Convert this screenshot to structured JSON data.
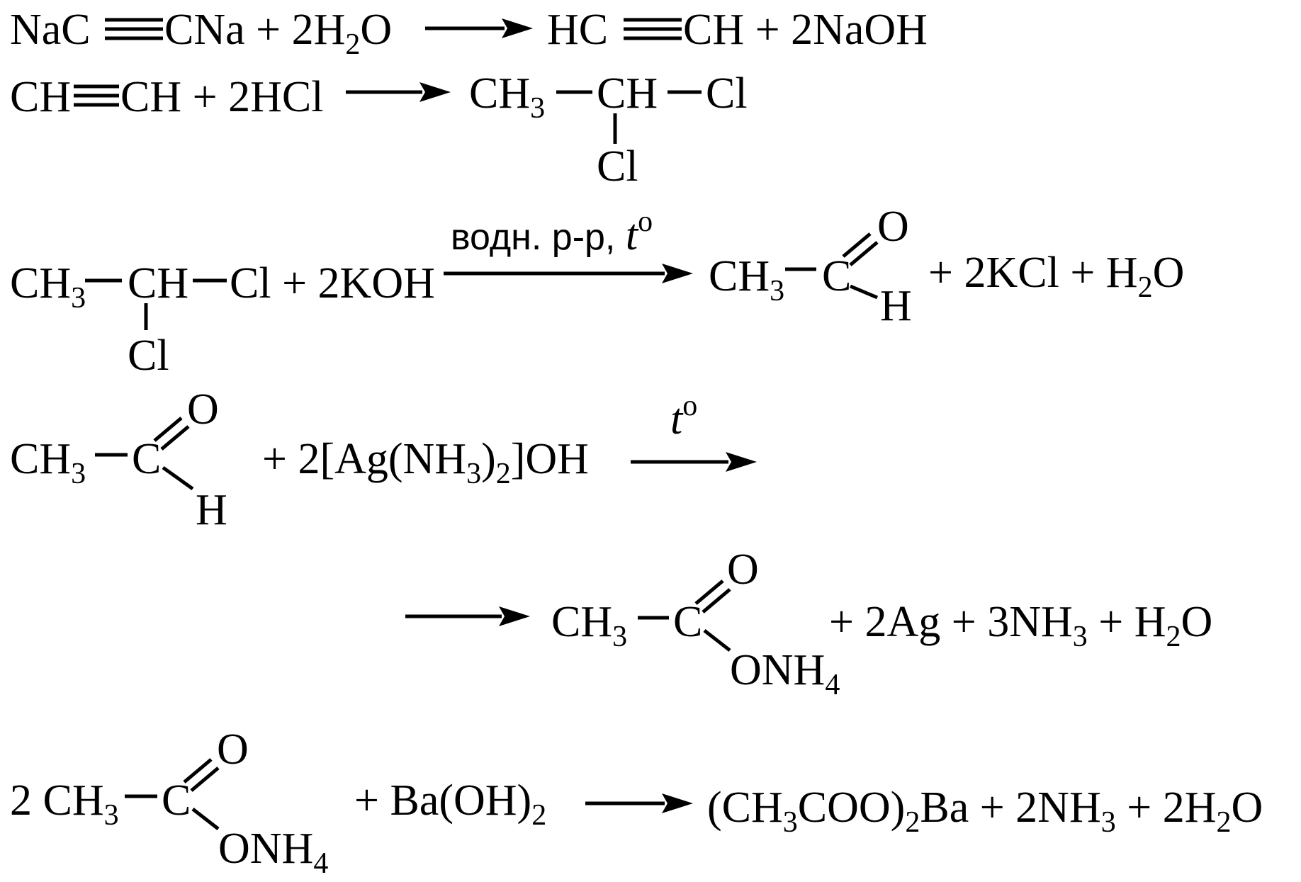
{
  "reactions": {
    "r1": {
      "na_c": "NaC",
      "c_na": "CNa",
      "plus_h2o": " + 2H",
      "h2o_sub": "2",
      "h2o_o": "O",
      "hc": "HC",
      "ch": "CH",
      "plus_naoh": " + 2NaOH"
    },
    "r2": {
      "ch_a": "CH",
      "ch_b": "CH",
      "plus_hcl": " + 2HCl",
      "p_ch": "CH",
      "p_sub3": "3",
      "p_ch2": "CH",
      "p_cl": "Cl",
      "p_cl_down": "Cl"
    },
    "r3": {
      "ch": "CH",
      "sub3": "3",
      "ch2": "CH",
      "cl": "Cl",
      "cl_down": "Cl",
      "plus_koh": " + 2KOH",
      "cond_text": "водн. р-р, ",
      "cond_t": "t",
      "cond_o": "o",
      "p_ch": "CH",
      "p_sub3": "3",
      "p_c": "C",
      "p_o": "O",
      "p_h": "H",
      "plus_kcl": " + 2KCl + H",
      "h2o_sub": "2",
      "h2o_o": "O"
    },
    "r4": {
      "ch": "CH",
      "sub3": "3",
      "c": "C",
      "o": "O",
      "h": "H",
      "plus_reagent": " + 2[Ag(NH",
      "sub3b": "3",
      "close1": ")",
      "sub2": "2",
      "close2": "]OH",
      "cond_t": "t",
      "cond_o": "o",
      "p_ch": "CH",
      "p_sub3": "3",
      "p_c": "C",
      "p_o": "O",
      "p_onh": "ONH",
      "p_sub4": "4",
      "plus_ag": " + 2Ag + 3NH",
      "ag_sub3": "3",
      "plus_h": " + H",
      "h2o_sub": "2",
      "h2o_o": "O"
    },
    "r5": {
      "coef_ch": "2 CH",
      "sub3": "3",
      "c": "C",
      "o": "O",
      "onh": "ONH",
      "sub4": "4",
      "plus_ba": " + Ba(OH)",
      "ba_sub2": "2",
      "p_open": "(CH",
      "p_sub3": "3",
      "p_coo": "COO)",
      "p_sub2": "2",
      "p_ba": "Ba + 2NH",
      "p_sub3b": "3",
      "p_plus_h": " + 2H",
      "p_h2o_sub": "2",
      "p_h2o_o": "O"
    }
  }
}
